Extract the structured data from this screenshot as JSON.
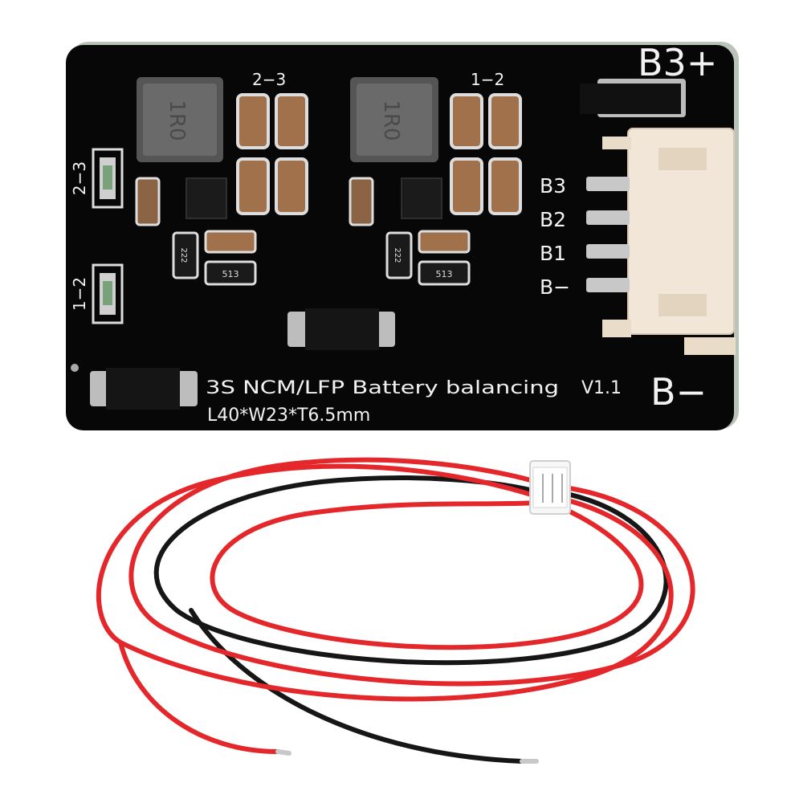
{
  "board": {
    "title_line": "3S NCM/LFP Battery balancing",
    "version": "V1.1",
    "dimensions": "L40*W23*T6.5mm",
    "pad_b3_plus": "B3+",
    "pad_b_minus": "B−",
    "connector_pins": [
      "B3",
      "B2",
      "B1",
      "B−"
    ],
    "channel_labels": {
      "left": "2−3",
      "right": "1−2"
    },
    "led_labels": {
      "top": "2−3",
      "bottom": "1−2"
    },
    "inductor_marking": "1R0",
    "resistor_marking_a": "222",
    "resistor_marking_b": "513"
  },
  "colors": {
    "pcb": "#070707",
    "silkscreen": "#f2f2f2",
    "connector": "#f1e6d8",
    "wire_red": "#e3272b",
    "wire_black": "#161616",
    "pad_metal": "#c8c8c8"
  }
}
